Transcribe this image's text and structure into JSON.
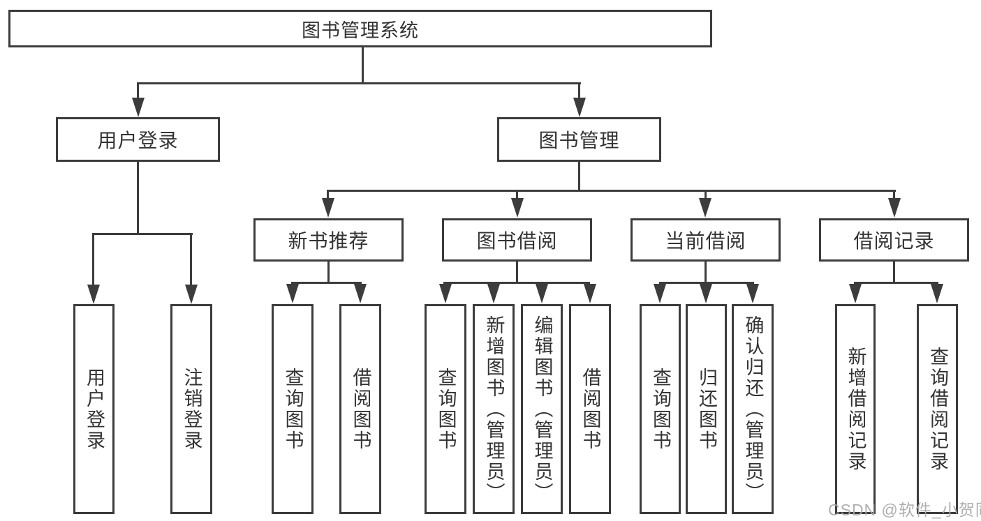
{
  "diagram": {
    "type": "tree",
    "root": {
      "label": "图书管理系统"
    },
    "branches": [
      {
        "label": "用户登录",
        "children": [
          {
            "label": "用户登录"
          },
          {
            "label": "注销登录"
          }
        ]
      },
      {
        "label": "图书管理",
        "children": [
          {
            "label": "新书推荐",
            "children": [
              {
                "label": "查询图书"
              },
              {
                "label": "借阅图书"
              }
            ]
          },
          {
            "label": "图书借阅",
            "children": [
              {
                "label": "查询图书"
              },
              {
                "label": "新增图书（管理员）"
              },
              {
                "label": "编辑图书（管理员）"
              },
              {
                "label": "借阅图书"
              }
            ]
          },
          {
            "label": "当前借阅",
            "children": [
              {
                "label": "查询图书"
              },
              {
                "label": "归还图书"
              },
              {
                "label": "确认归还（管理员）"
              }
            ]
          },
          {
            "label": "借阅记录",
            "children": [
              {
                "label": "新增借阅记录"
              },
              {
                "label": "查询借阅记录"
              }
            ]
          }
        ]
      }
    ]
  },
  "watermark": {
    "text": "CSDN @软件_小贺同学"
  },
  "colors": {
    "line": "#3c3c3c",
    "text": "#333333",
    "background": "#ffffff",
    "watermark": "#a8a8a8"
  }
}
